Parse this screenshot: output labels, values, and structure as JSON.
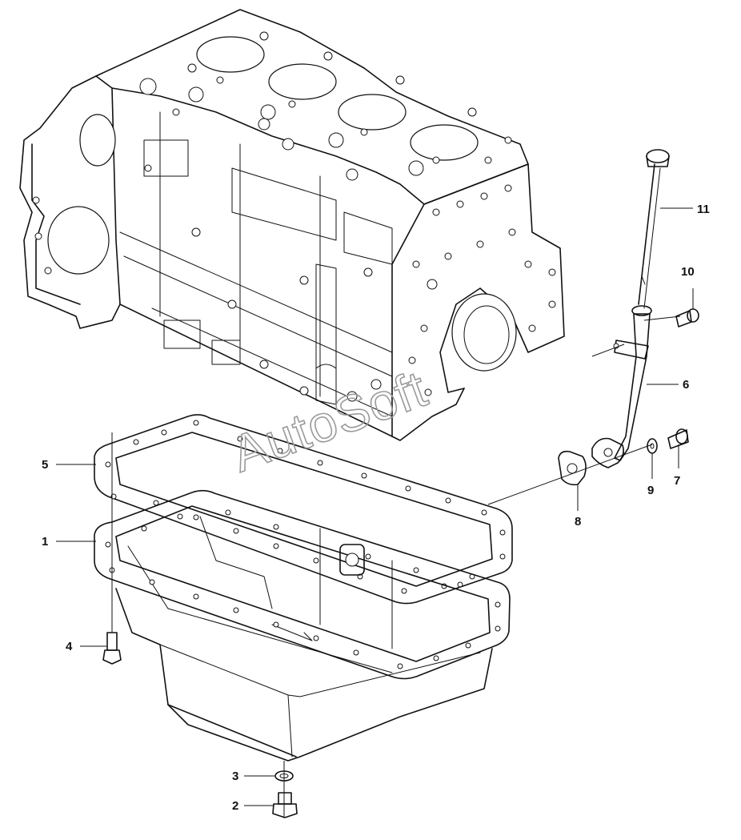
{
  "diagram": {
    "watermark": "AutoSoft",
    "callouts": [
      {
        "id": "callout-1",
        "label": "1"
      },
      {
        "id": "callout-2",
        "label": "2"
      },
      {
        "id": "callout-3",
        "label": "3"
      },
      {
        "id": "callout-4",
        "label": "4"
      },
      {
        "id": "callout-5",
        "label": "5"
      },
      {
        "id": "callout-6",
        "label": "6"
      },
      {
        "id": "callout-7",
        "label": "7"
      },
      {
        "id": "callout-8",
        "label": "8"
      },
      {
        "id": "callout-9",
        "label": "9"
      },
      {
        "id": "callout-10",
        "label": "10"
      },
      {
        "id": "callout-11",
        "label": "11"
      }
    ]
  }
}
